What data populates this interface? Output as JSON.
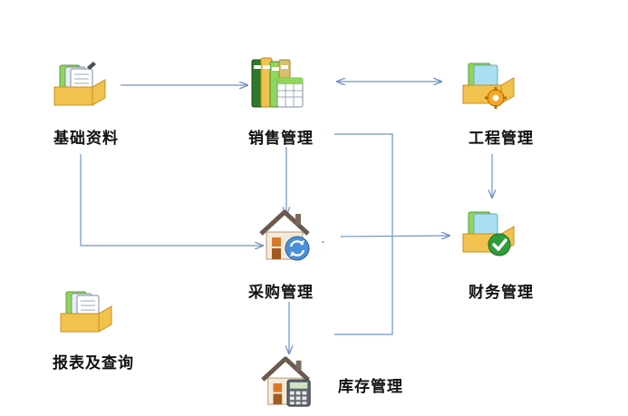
{
  "diagram": {
    "nodes": {
      "basic_data": {
        "label": "基础资料",
        "icon": "folder-documents-icon"
      },
      "sales": {
        "label": "销售管理",
        "icon": "binders-spreadsheet-icon"
      },
      "engineering": {
        "label": "工程管理",
        "icon": "folder-gear-icon"
      },
      "purchasing": {
        "label": "采购管理",
        "icon": "house-refresh-icon"
      },
      "finance": {
        "label": "财务管理",
        "icon": "folder-checkmark-icon"
      },
      "reports": {
        "label": "报表及查询",
        "icon": "folder-documents-icon"
      },
      "inventory": {
        "label": "库存管理",
        "icon": "house-calculator-icon"
      }
    },
    "colors": {
      "connector": "#6f93c4",
      "folder": "#f2c24f",
      "folder_dark": "#c98d1d",
      "sheet_green": "#8fd65a",
      "roof": "#6b5a4d",
      "house_wall": "#f4ead8",
      "check": "#2e9d3a"
    }
  }
}
